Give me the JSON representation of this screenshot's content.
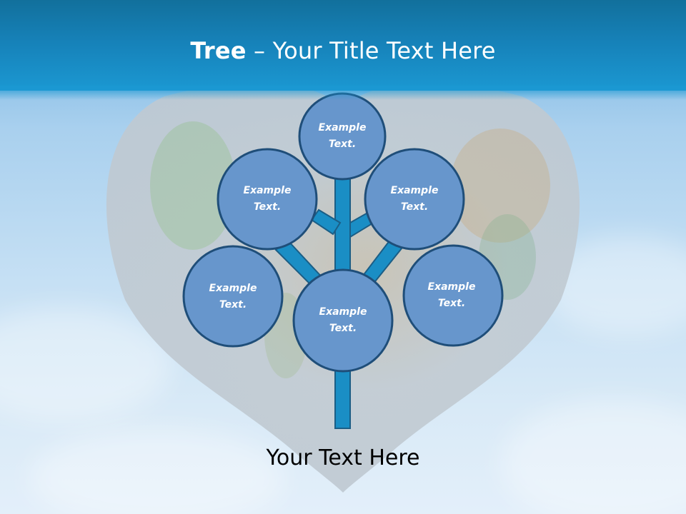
{
  "slide": {
    "title_bold": "Tree",
    "title_rest": " – Your Title Text Here",
    "footer_text": "Your Text Here"
  },
  "colors": {
    "header_top": "#12709c",
    "header_bottom": "#1b98d2",
    "node_fill": "#6796cc",
    "node_border": "#1f4e79",
    "branch_fill": "#1a8ec5",
    "branch_border": "#1b5e86",
    "heart_fill": "#c4ccd3"
  },
  "tree": {
    "nodes": [
      {
        "id": "top",
        "line1": "Example",
        "line2": "Text."
      },
      {
        "id": "upper-left",
        "line1": "Example",
        "line2": "Text."
      },
      {
        "id": "upper-right",
        "line1": "Example",
        "line2": "Text."
      },
      {
        "id": "lower-left",
        "line1": "Example",
        "line2": "Text."
      },
      {
        "id": "center",
        "line1": "Example",
        "line2": "Text."
      },
      {
        "id": "right",
        "line1": "Example",
        "line2": "Text."
      }
    ]
  }
}
